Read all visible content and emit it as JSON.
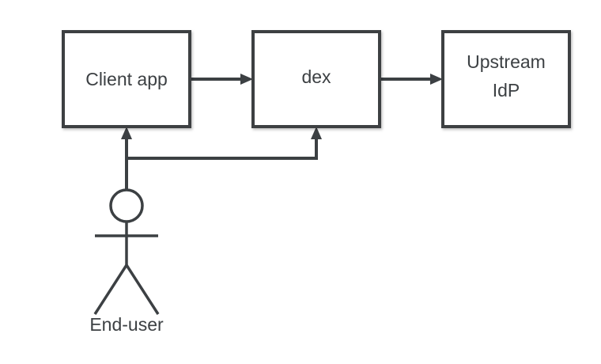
{
  "nodes": {
    "client": {
      "label": "Client app"
    },
    "dex": {
      "label": "dex"
    },
    "upstream": {
      "label_lines": [
        "Upstream",
        "IdP"
      ]
    }
  },
  "actor": {
    "label": "End-user"
  },
  "colors": {
    "stroke": "#3c4043",
    "text": "#3c4043",
    "background": "#ffffff"
  }
}
